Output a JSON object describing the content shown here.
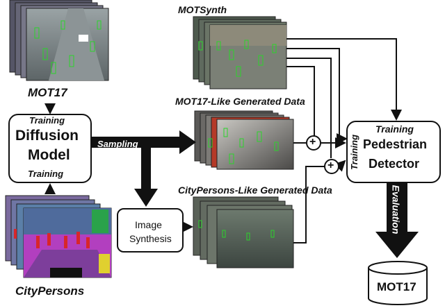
{
  "datasets": {
    "mot17": "MOT17",
    "motsynth": "MOTSynth",
    "citypersons": "CityPersons",
    "mot17_like": "MOT17-Like Generated Data",
    "citypersons_like": "CityPersons-Like Generated Data"
  },
  "diffusion": {
    "line1": "Diffusion",
    "line2": "Model",
    "training_top": "Training",
    "training_bottom": "Training"
  },
  "sampling": "Sampling",
  "image_synthesis": {
    "line1": "Image",
    "line2": "Synthesis"
  },
  "detector": {
    "training_top": "Training",
    "line1": "Pedestrian",
    "line2": "Detector",
    "training_side": "Training"
  },
  "evaluation": "Evaluation",
  "eval_db": "MOT17",
  "operators": {
    "sum_symbol": "+"
  }
}
